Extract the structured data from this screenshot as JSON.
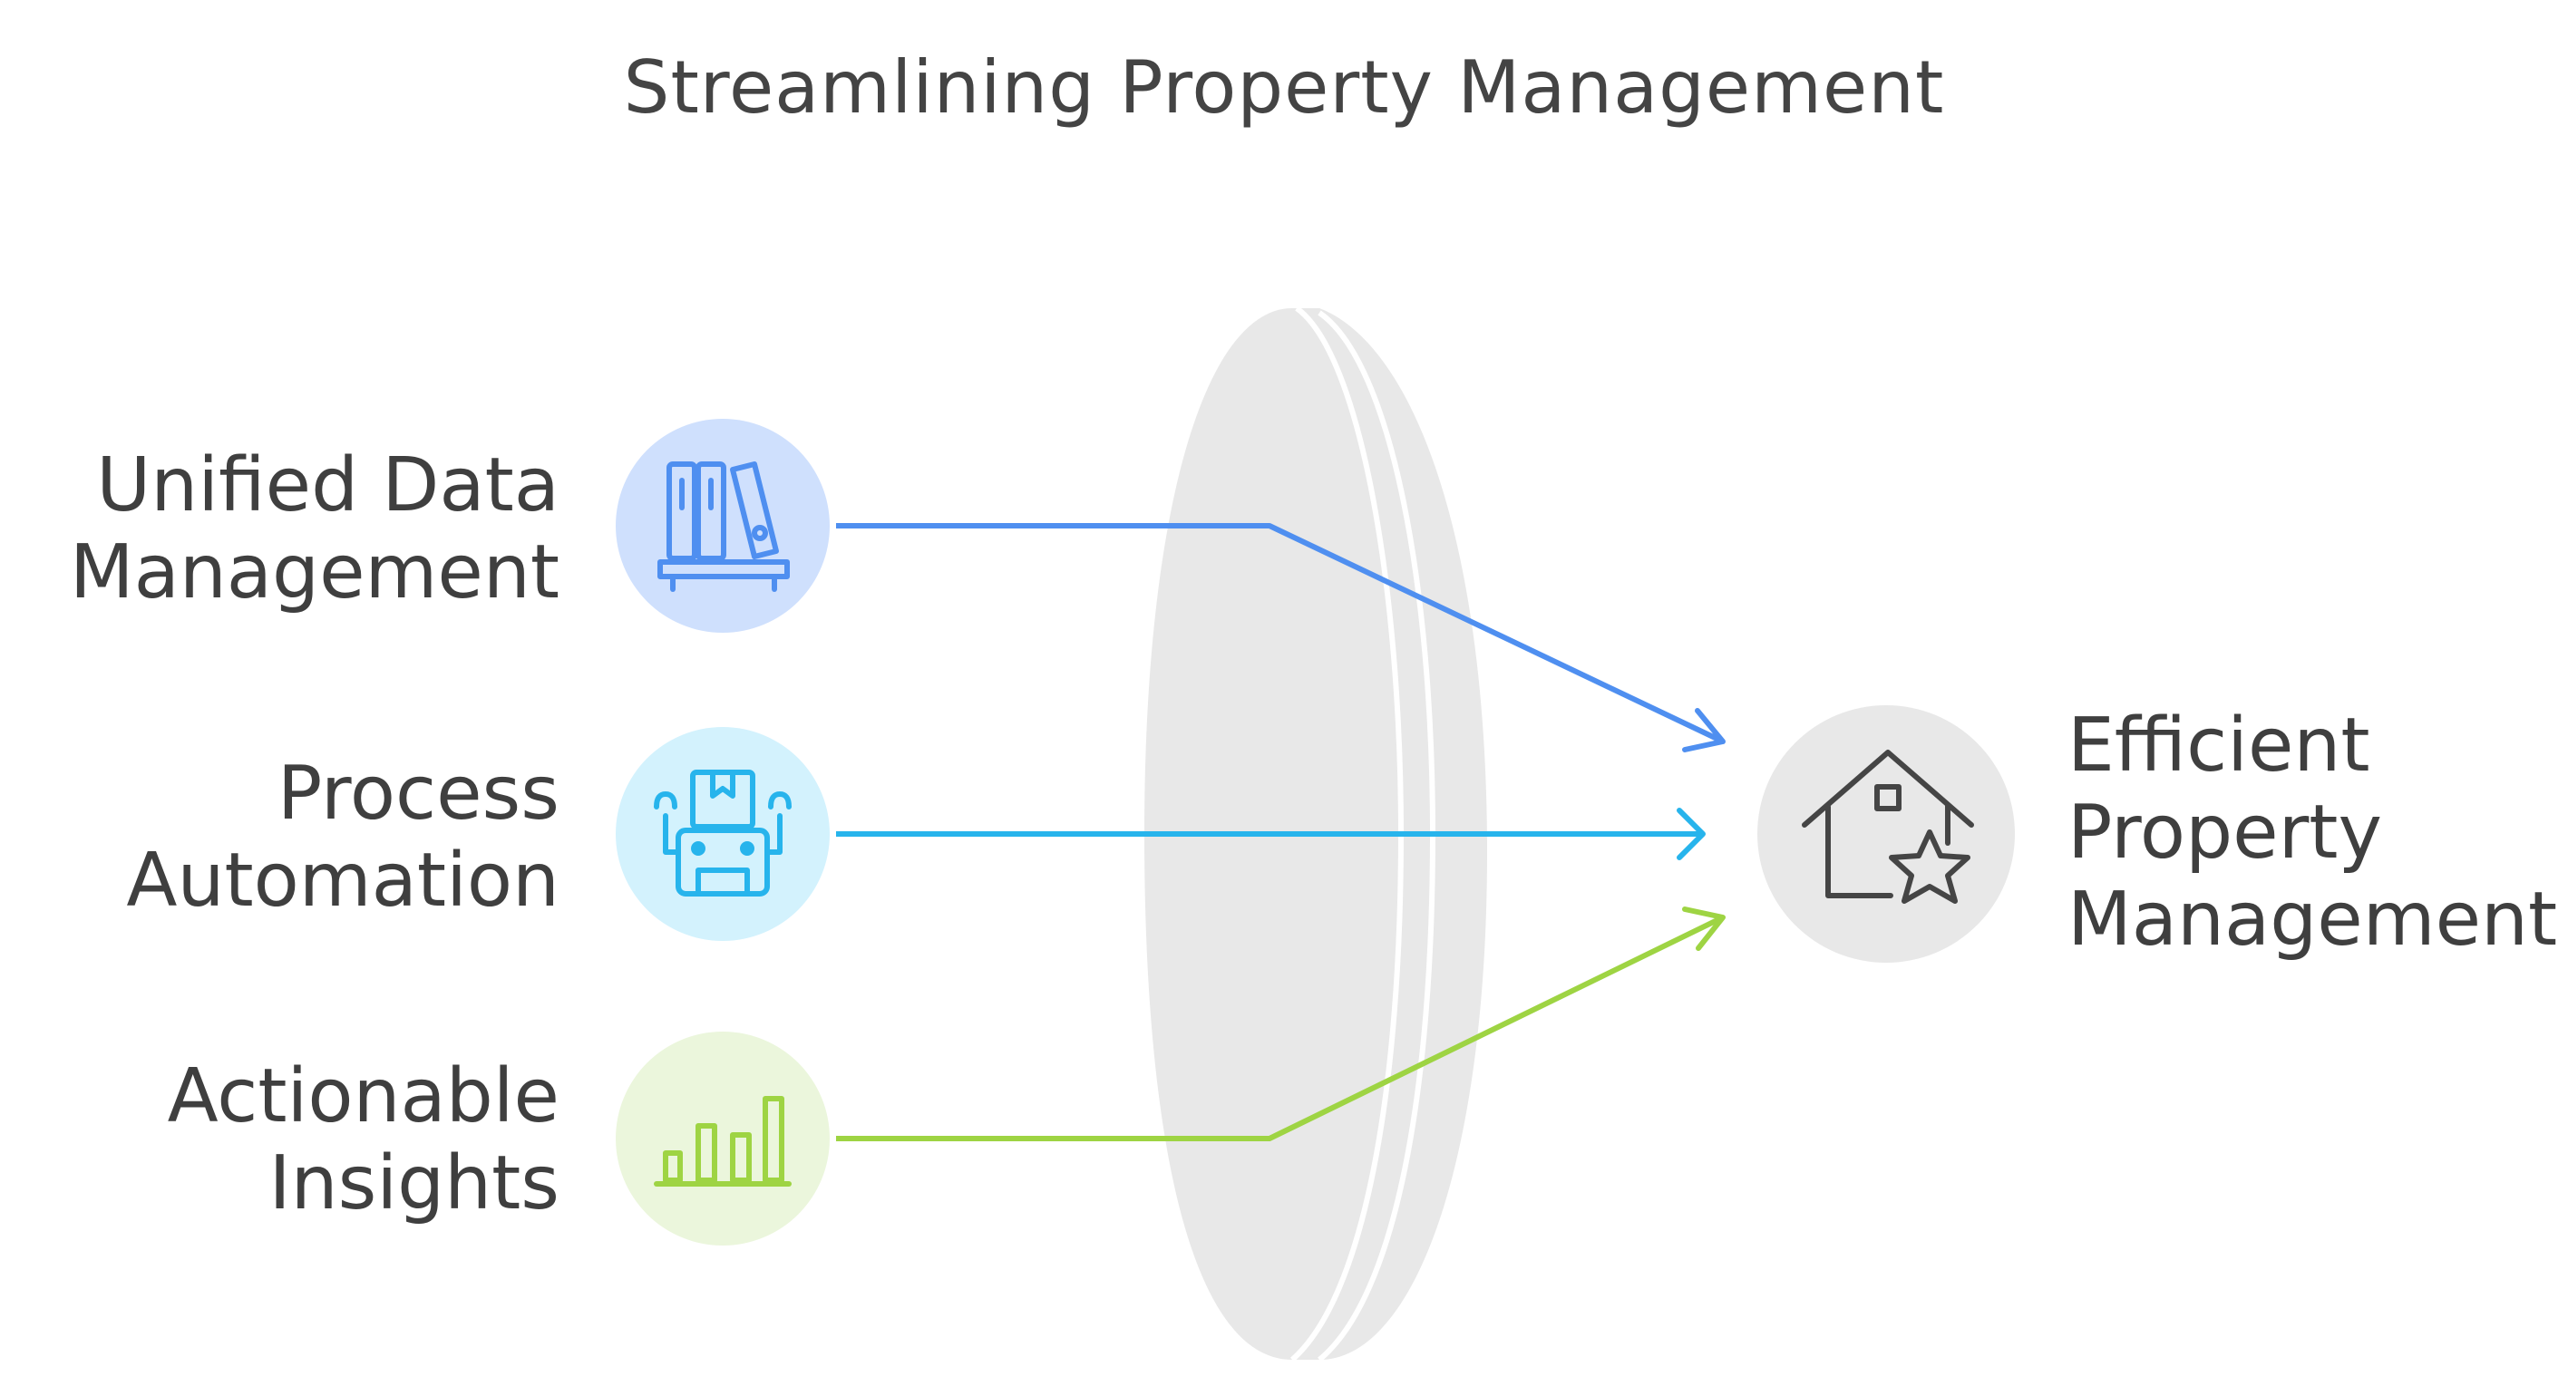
{
  "title": "Streamlining Property Management",
  "inputs": [
    {
      "line1": "Unified Data",
      "line2": "Management",
      "icon": "bookshelf-icon",
      "color": "#4f8ff0",
      "bg": "#cfe0fd"
    },
    {
      "line1": "Process",
      "line2": "Automation",
      "icon": "robot-arm-icon",
      "color": "#27b4ec",
      "bg": "#d3f2fd"
    },
    {
      "line1": "Actionable",
      "line2": "Insights",
      "icon": "bar-chart-icon",
      "color": "#9ed443",
      "bg": "#ebf6dc"
    }
  ],
  "output": {
    "line1": "Efficient",
    "line2": "Property",
    "line3": "Management",
    "icon": "house-star-icon",
    "bg": "#e8e8e8"
  },
  "colors": {
    "lens": "#e8e8e8",
    "text": "#3f3f3f"
  }
}
